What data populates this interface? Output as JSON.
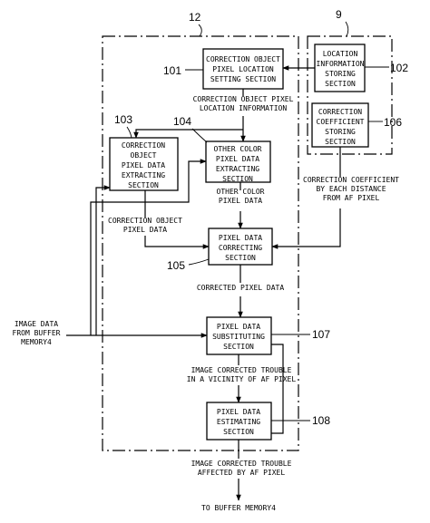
{
  "frames": {
    "main_ref": "12",
    "storage_ref": "9"
  },
  "blocks": {
    "setting": {
      "ref": "101",
      "lines": [
        "CORRECTION OBJECT",
        "PIXEL LOCATION",
        "SETTING SECTION"
      ]
    },
    "location": {
      "ref": "102",
      "lines": [
        "LOCATION",
        "INFORMATION",
        "STORING",
        "SECTION"
      ]
    },
    "extract_obj": {
      "ref": "103",
      "lines": [
        "CORRECTION",
        "OBJECT",
        "PIXEL DATA",
        "EXTRACTING",
        "SECTION"
      ]
    },
    "extract_other": {
      "ref": "104",
      "lines": [
        "OTHER COLOR",
        "PIXEL DATA",
        "EXTRACTING",
        "SECTION"
      ]
    },
    "correcting": {
      "ref": "105",
      "lines": [
        "PIXEL DATA",
        "CORRECTING",
        "SECTION"
      ]
    },
    "coefficient": {
      "ref": "106",
      "lines": [
        "CORRECTION",
        "COEFFICIENT",
        "STORING",
        "SECTION"
      ]
    },
    "substituting": {
      "ref": "107",
      "lines": [
        "PIXEL DATA",
        "SUBSTITUTING",
        "SECTION"
      ]
    },
    "estimating": {
      "ref": "108",
      "lines": [
        "PIXEL DATA",
        "ESTIMATING",
        "SECTION"
      ]
    }
  },
  "signals": {
    "location_info": [
      "CORRECTION OBJECT PIXEL",
      "LOCATION INFORMATION"
    ],
    "other_color": [
      "OTHER COLOR",
      "PIXEL DATA"
    ],
    "object_pixel": [
      "CORRECTION OBJECT",
      "PIXEL DATA"
    ],
    "coefficient": [
      "CORRECTION COEFFICIENT",
      "BY EACH DISTANCE",
      "FROM AF PIXEL"
    ],
    "corrected": [
      "CORRECTED PIXEL DATA"
    ],
    "input": [
      "IMAGE DATA",
      "FROM BUFFER",
      "MEMORY4"
    ],
    "vicinity": [
      "IMAGE CORRECTED TROUBLE",
      "IN A VICINITY OF AF PIXEL"
    ],
    "affected": [
      "IMAGE CORRECTED TROUBLE",
      "AFFECTED BY AF PIXEL"
    ],
    "output": [
      "TO BUFFER MEMORY4"
    ]
  }
}
